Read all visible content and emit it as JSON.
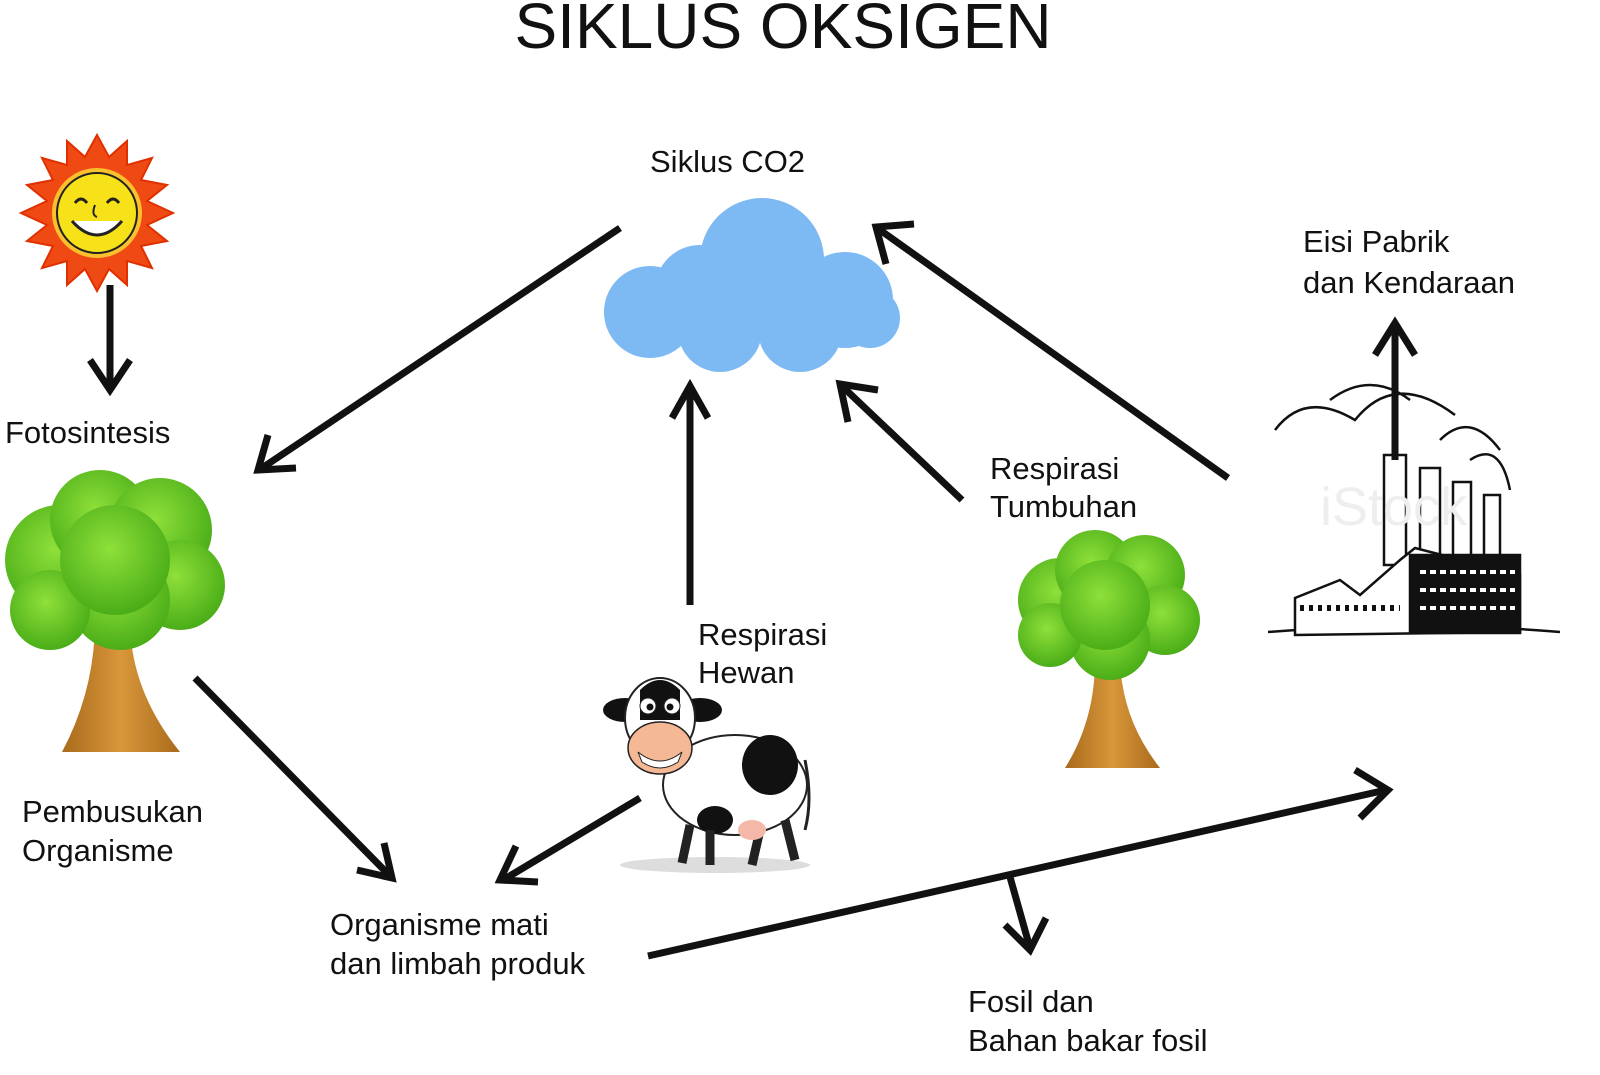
{
  "title": "SIKLUS OKSIGEN",
  "labels": {
    "co2_cycle": "Siklus CO2",
    "photosynthesis": "Fotosintesis",
    "factory_emission": [
      "Eisi Pabrik",
      "dan Kendaraan"
    ],
    "plant_respiration": [
      "Respirasi",
      "Tumbuhan"
    ],
    "animal_respiration": [
      "Respirasi",
      "Hewan"
    ],
    "decomposition": [
      "Pembusukan",
      "Organisme"
    ],
    "dead_organisms": [
      "Organisme mati",
      "dan limbah produk"
    ],
    "fossil": [
      "Fosil dan",
      "Bahan bakar fosil"
    ]
  },
  "watermark": "iStock",
  "colors": {
    "cloud": "#7db9f2",
    "canopy": "#5cc61e",
    "trunk": "#c8862a",
    "sun_rays": "#f04a14",
    "sun_face": "#f7e21a"
  }
}
